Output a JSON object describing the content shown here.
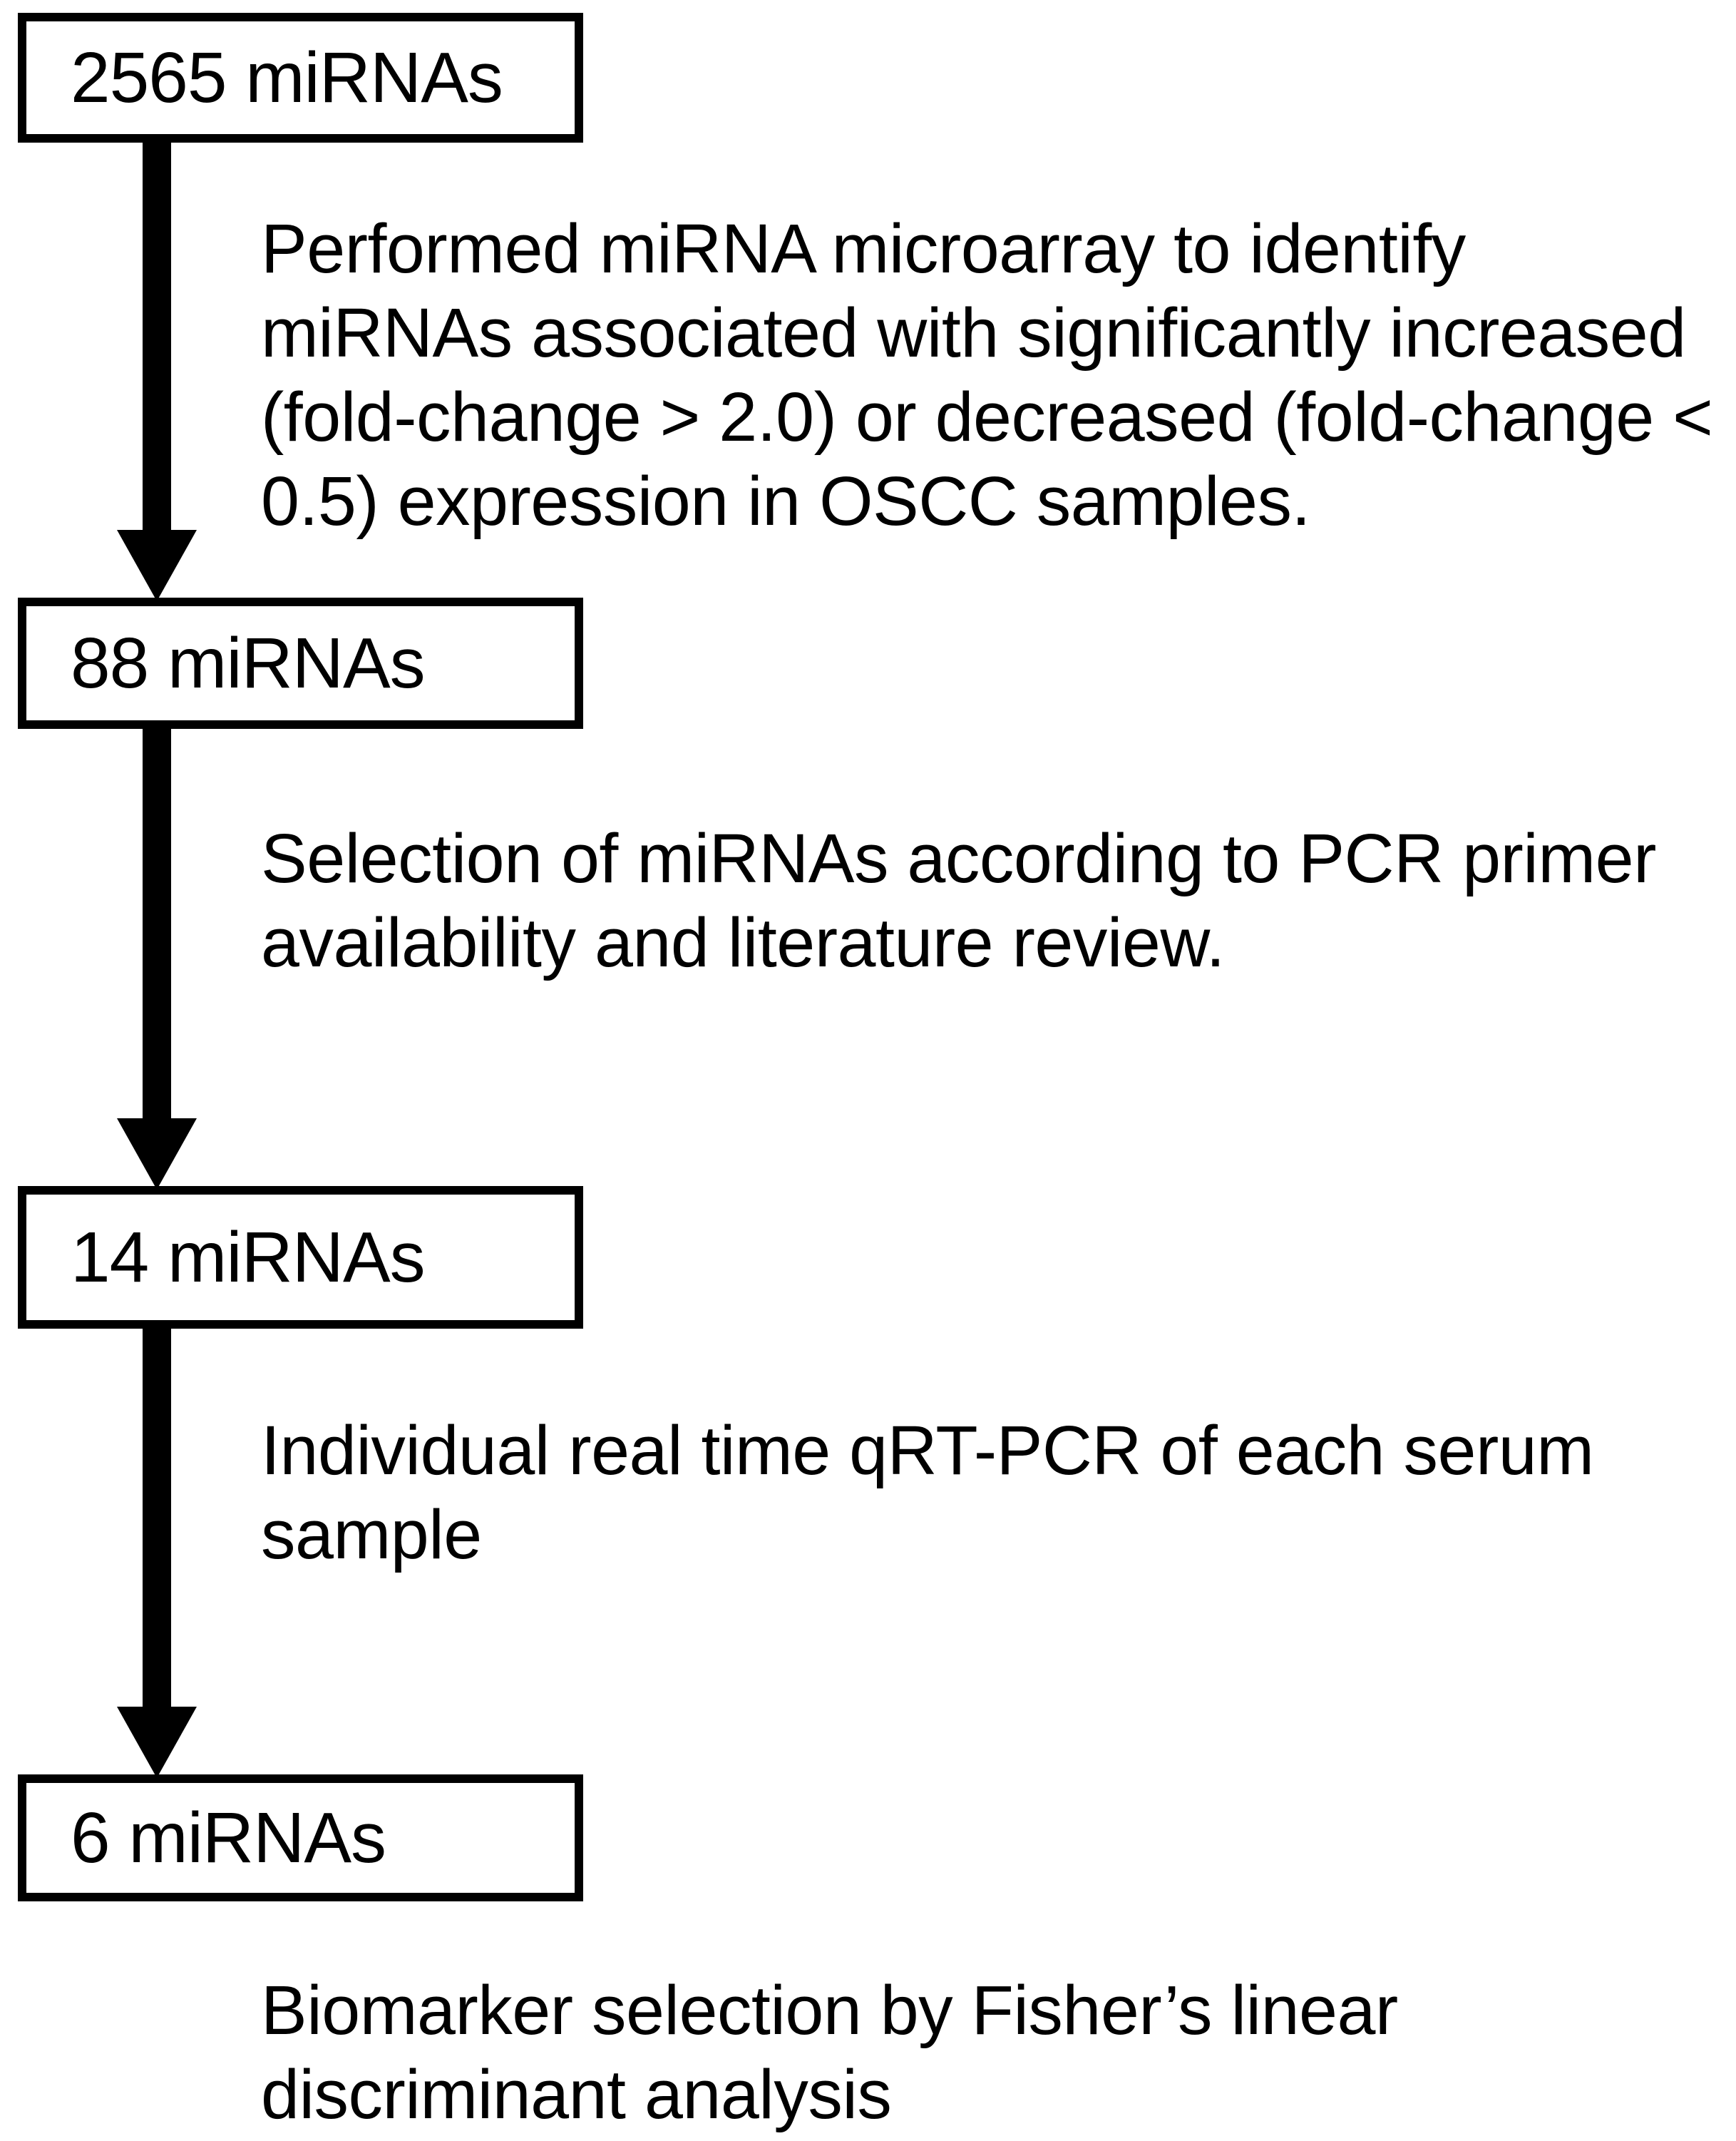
{
  "figure": {
    "type": "flowchart",
    "orientation": "vertical",
    "background_color": "#ffffff",
    "stroke_color": "#000000"
  },
  "nodes": [
    {
      "id": "node-1",
      "label": "2565 miRNAs"
    },
    {
      "id": "node-2",
      "label": "88 miRNAs"
    },
    {
      "id": "node-3",
      "label": "14 miRNAs"
    },
    {
      "id": "node-4",
      "label": "6 miRNAs"
    }
  ],
  "steps": [
    {
      "id": "step-1",
      "from": "node-1",
      "to": "node-2",
      "text": "Performed miRNA microarray to identify miRNAs associated with significantly increased (fold-change > 2.0) or decreased (fold-change < 0.5) expression in OSCC samples."
    },
    {
      "id": "step-2",
      "from": "node-2",
      "to": "node-3",
      "text": "Selection of miRNAs according to PCR primer availability and literature review."
    },
    {
      "id": "step-3",
      "from": "node-3",
      "to": "node-4",
      "text": "Individual real time qRT-PCR of each serum sample"
    },
    {
      "id": "step-4",
      "from": "node-4",
      "to": null,
      "text": "Biomarker selection by Fisher’s linear discriminant analysis"
    }
  ],
  "arrows": [
    {
      "id": "arrow-1",
      "direction": "down"
    },
    {
      "id": "arrow-2",
      "direction": "down"
    },
    {
      "id": "arrow-3",
      "direction": "down"
    }
  ]
}
